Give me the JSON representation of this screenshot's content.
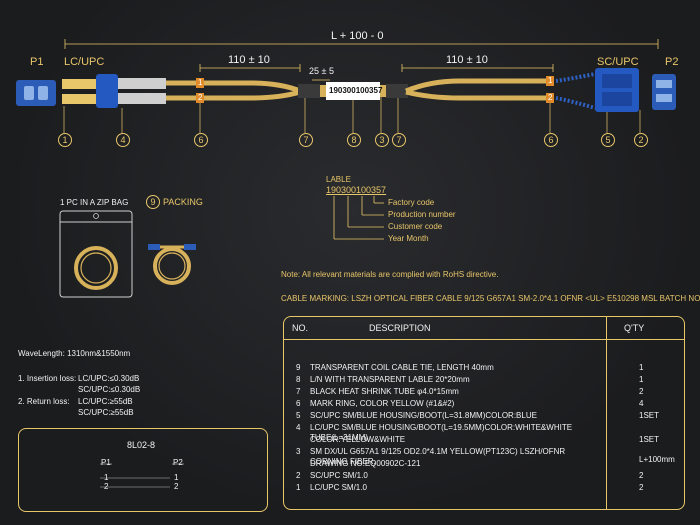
{
  "cable": {
    "total_length": "L + 100 - 0",
    "left_branch": "110 ± 10",
    "right_branch": "110 ± 10",
    "middle": "25 ± 5",
    "label_code": "190300100357",
    "left_port": "P1",
    "left_type": "LC/UPC",
    "right_type": "SC/UPC",
    "right_port": "P2"
  },
  "callouts": {
    "left": [
      "1",
      "4",
      "6",
      "7",
      "8",
      "3",
      "7",
      "6",
      "5",
      "2"
    ],
    "marks_left": [
      "1",
      "2"
    ],
    "marks_right": [
      "1",
      "2"
    ]
  },
  "lable": {
    "title": "LABLE",
    "code": "190300100357",
    "items": [
      "Factory code",
      "Production number",
      "Customer code",
      "Year Month"
    ]
  },
  "packing": {
    "bag_text": "1 PC IN A ZIP BAG",
    "number": "9",
    "title": "PACKING"
  },
  "note": "Note: All relevant materials are complied with RoHS directive.",
  "marking": "CABLE MARKING: LSZH OPTICAL FIBER CABLE 9/125 G657A1 SM-2.0*4.1 OFNR <UL> E510298 MSL BATCH NO XXM",
  "specs": {
    "wavelength": "WaveLength: 1310nm&1550nm",
    "insertion_label": "1. Insertion loss:",
    "insertion_1": "LC/UPC:≤0.30dB",
    "insertion_2": "SC/UPC:≤0.30dB",
    "return_label": "2. Return loss:",
    "return_1": "LC/UPC:≥55dB",
    "return_2": "SC/UPC:≥55dB"
  },
  "pinout": {
    "title": "8L02-8",
    "p1": "P1",
    "p2": "P2",
    "rows": [
      [
        "1",
        "1"
      ],
      [
        "2",
        "2"
      ]
    ]
  },
  "table": {
    "col_no": "NO.",
    "col_desc": "DESCRIPTION",
    "col_qty": "Q'TY",
    "rows": [
      {
        "no": "9",
        "desc": "TRANSPARENT COIL CABLE TIE, LENGTH 40mm",
        "qty": "1"
      },
      {
        "no": "8",
        "desc": "L/N WITH TRANSPARENT LABLE 20*20mm",
        "qty": "1"
      },
      {
        "no": "7",
        "desc": "BLACK HEAT SHRINK TUBE φ4.0*15mm",
        "qty": "2"
      },
      {
        "no": "6",
        "desc": "MARK RING, COLOR YELLOW (#1&#2)",
        "qty": "4"
      },
      {
        "no": "5",
        "desc": "SC/UPC SM/BLUE HOUSING/BOOT(L=31.8MM)COLOR:BLUE",
        "qty": "1SET"
      },
      {
        "no": "4",
        "desc": "LC/UPC SM/BLUE HOUSING/BOOT(L=19.5MM)COLOR:WHITE&WHITE TUBE(L=31MM)",
        "desc2": "COLOR:YELLOW&WHITE",
        "qty": "1SET"
      },
      {
        "no": "3",
        "desc": "SM DX/UL G657A1 9/125 OD2.0*4.1M YELLOW(PT123C) LSZH/OFNR CORNING FIBER,",
        "desc2": "DRAWING NO.EQ00902C-121",
        "qty": "L+100mm"
      },
      {
        "no": "2",
        "desc": "SC/UPC SM/1.0",
        "qty": "2"
      },
      {
        "no": "1",
        "desc": "LC/UPC SM/1.0",
        "qty": "2"
      }
    ]
  }
}
